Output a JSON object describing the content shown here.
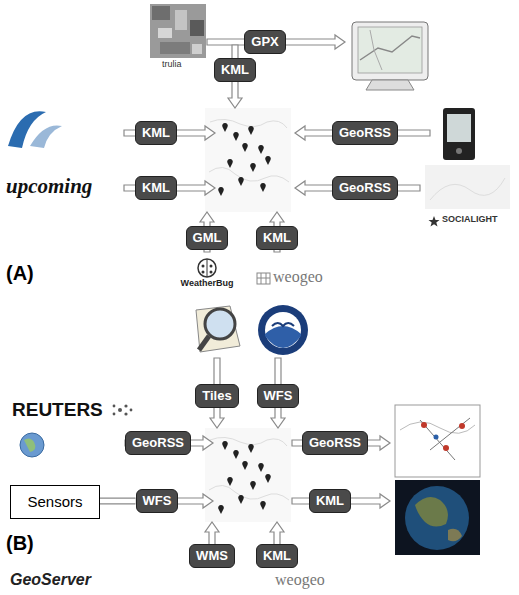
{
  "diagram": {
    "nodes": [
      {
        "text": [
          "GPX"
        ]
      },
      {
        "text": [
          "KML"
        ]
      },
      {
        "text": [
          "KML"
        ]
      },
      {
        "text": [
          "GeoRSS"
        ]
      },
      {
        "text": [
          "KML"
        ]
      },
      {
        "text": [
          "GeoRSS"
        ]
      },
      {
        "text": [
          "GML"
        ]
      },
      {
        "text": [
          "KML"
        ]
      },
      {
        "text": [
          "Tiles"
        ]
      },
      {
        "text": [
          "WFS"
        ]
      },
      {
        "text": [
          "GeoRSS"
        ]
      },
      {
        "text": [
          "GeoRSS"
        ]
      },
      {
        "text": [
          "Sensors"
        ]
      },
      {
        "text": [
          "WFS"
        ]
      },
      {
        "text": [
          "KML"
        ]
      },
      {
        "text": [
          "WMS"
        ]
      },
      {
        "text": [
          "KML"
        ]
      }
    ],
    "edges": [
      {
        "from": 12,
        "to": 13,
        "arrow": "none"
      }
    ],
    "labels": [
      "trulia",
      "upcoming",
      "SOCIALIGHT",
      "WeatherBug",
      "weogeo",
      "(A)",
      "REUTERS",
      "GeoServer",
      "weogeo",
      "(B)"
    ]
  }
}
